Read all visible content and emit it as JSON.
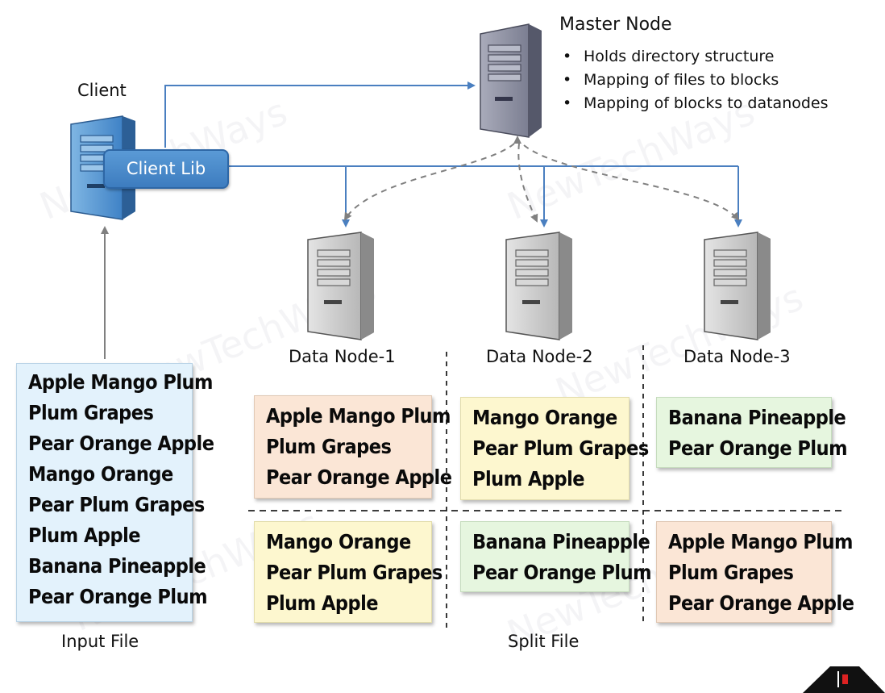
{
  "watermark": "NewTechWays",
  "master": {
    "title": "Master Node",
    "bullets": [
      "Holds directory structure",
      "Mapping of files to blocks",
      "Mapping of blocks to datanodes"
    ]
  },
  "client": {
    "label": "Client",
    "lib_label": "Client Lib"
  },
  "datanodes": [
    "Data Node-1",
    "Data Node-2",
    "Data Node-3"
  ],
  "input_file": {
    "label": "Input File",
    "lines": [
      "Apple Mango Plum",
      "Plum Grapes",
      "Pear Orange Apple",
      "Mango Orange",
      "Pear Plum Grapes",
      "Plum Apple",
      "Banana Pineapple",
      "Pear Orange Plum"
    ]
  },
  "split_file_label": "Split File",
  "blocks": {
    "b1": [
      "Apple Mango Plum",
      "Plum Grapes",
      "Pear Orange Apple"
    ],
    "b2": [
      "Mango Orange",
      "Pear Plum Grapes",
      "Plum Apple"
    ],
    "b3": [
      "Banana Pineapple",
      "Pear Orange Plum"
    ],
    "b4": [
      "Mango Orange",
      "Pear Plum Grapes",
      "Plum Apple"
    ],
    "b5": [
      "Banana Pineapple",
      "Pear Orange Plum"
    ],
    "b6": [
      "Apple Mango Plum",
      "Plum Grapes",
      "Pear Orange Apple"
    ]
  },
  "colors": {
    "arrow": "#4a7fc0",
    "dashed": "#808080",
    "orange_block": "#fbe6d6",
    "yellow_block": "#fdf7cf",
    "green_block": "#e6f6df",
    "input_block": "#e3f2fc"
  }
}
